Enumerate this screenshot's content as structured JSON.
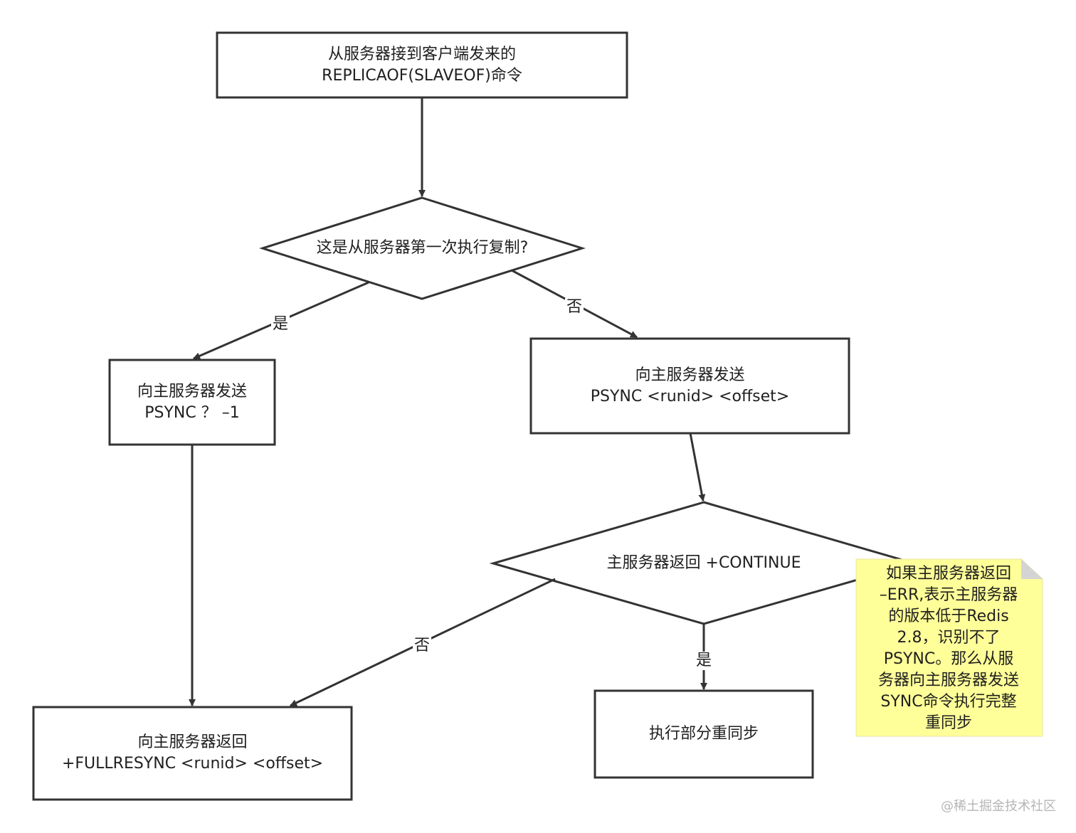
{
  "nodes": {
    "start": {
      "line1": "从服务器接到客户端发来的",
      "line2": "REPLICAOF(SLAVEOF)命令"
    },
    "first_time": {
      "text": "这是从服务器第一次执行复制?"
    },
    "psync_full": {
      "line1": "向主服务器发送",
      "line2": "PSYNC ？ –1"
    },
    "psync_partial": {
      "line1": "向主服务器发送",
      "line2": "PSYNC <runid> <offset>"
    },
    "continue_check": {
      "text": "主服务器返回 +CONTINUE"
    },
    "fullresync": {
      "line1": "向主服务器返回",
      "line2": "+FULLRESYNC <runid> <offset>"
    },
    "partial_sync": {
      "text": "执行部分重同步"
    }
  },
  "edge_labels": {
    "first_yes": "是",
    "first_no": "否",
    "continue_no": "否",
    "continue_yes": "是"
  },
  "note": {
    "lines": [
      "如果主服务器返回",
      "–ERR,表示主服务器",
      "的版本低于Redis",
      "2.8，识别不了",
      "PSYNC。那么从服",
      "务器向主服务器发送",
      "SYNC命令执行完整",
      "重同步"
    ]
  },
  "watermark": "@稀土掘金技术社区",
  "colors": {
    "stroke": "#333333",
    "note_fill": "#ffff99",
    "note_fold": "#d4d4d4"
  }
}
